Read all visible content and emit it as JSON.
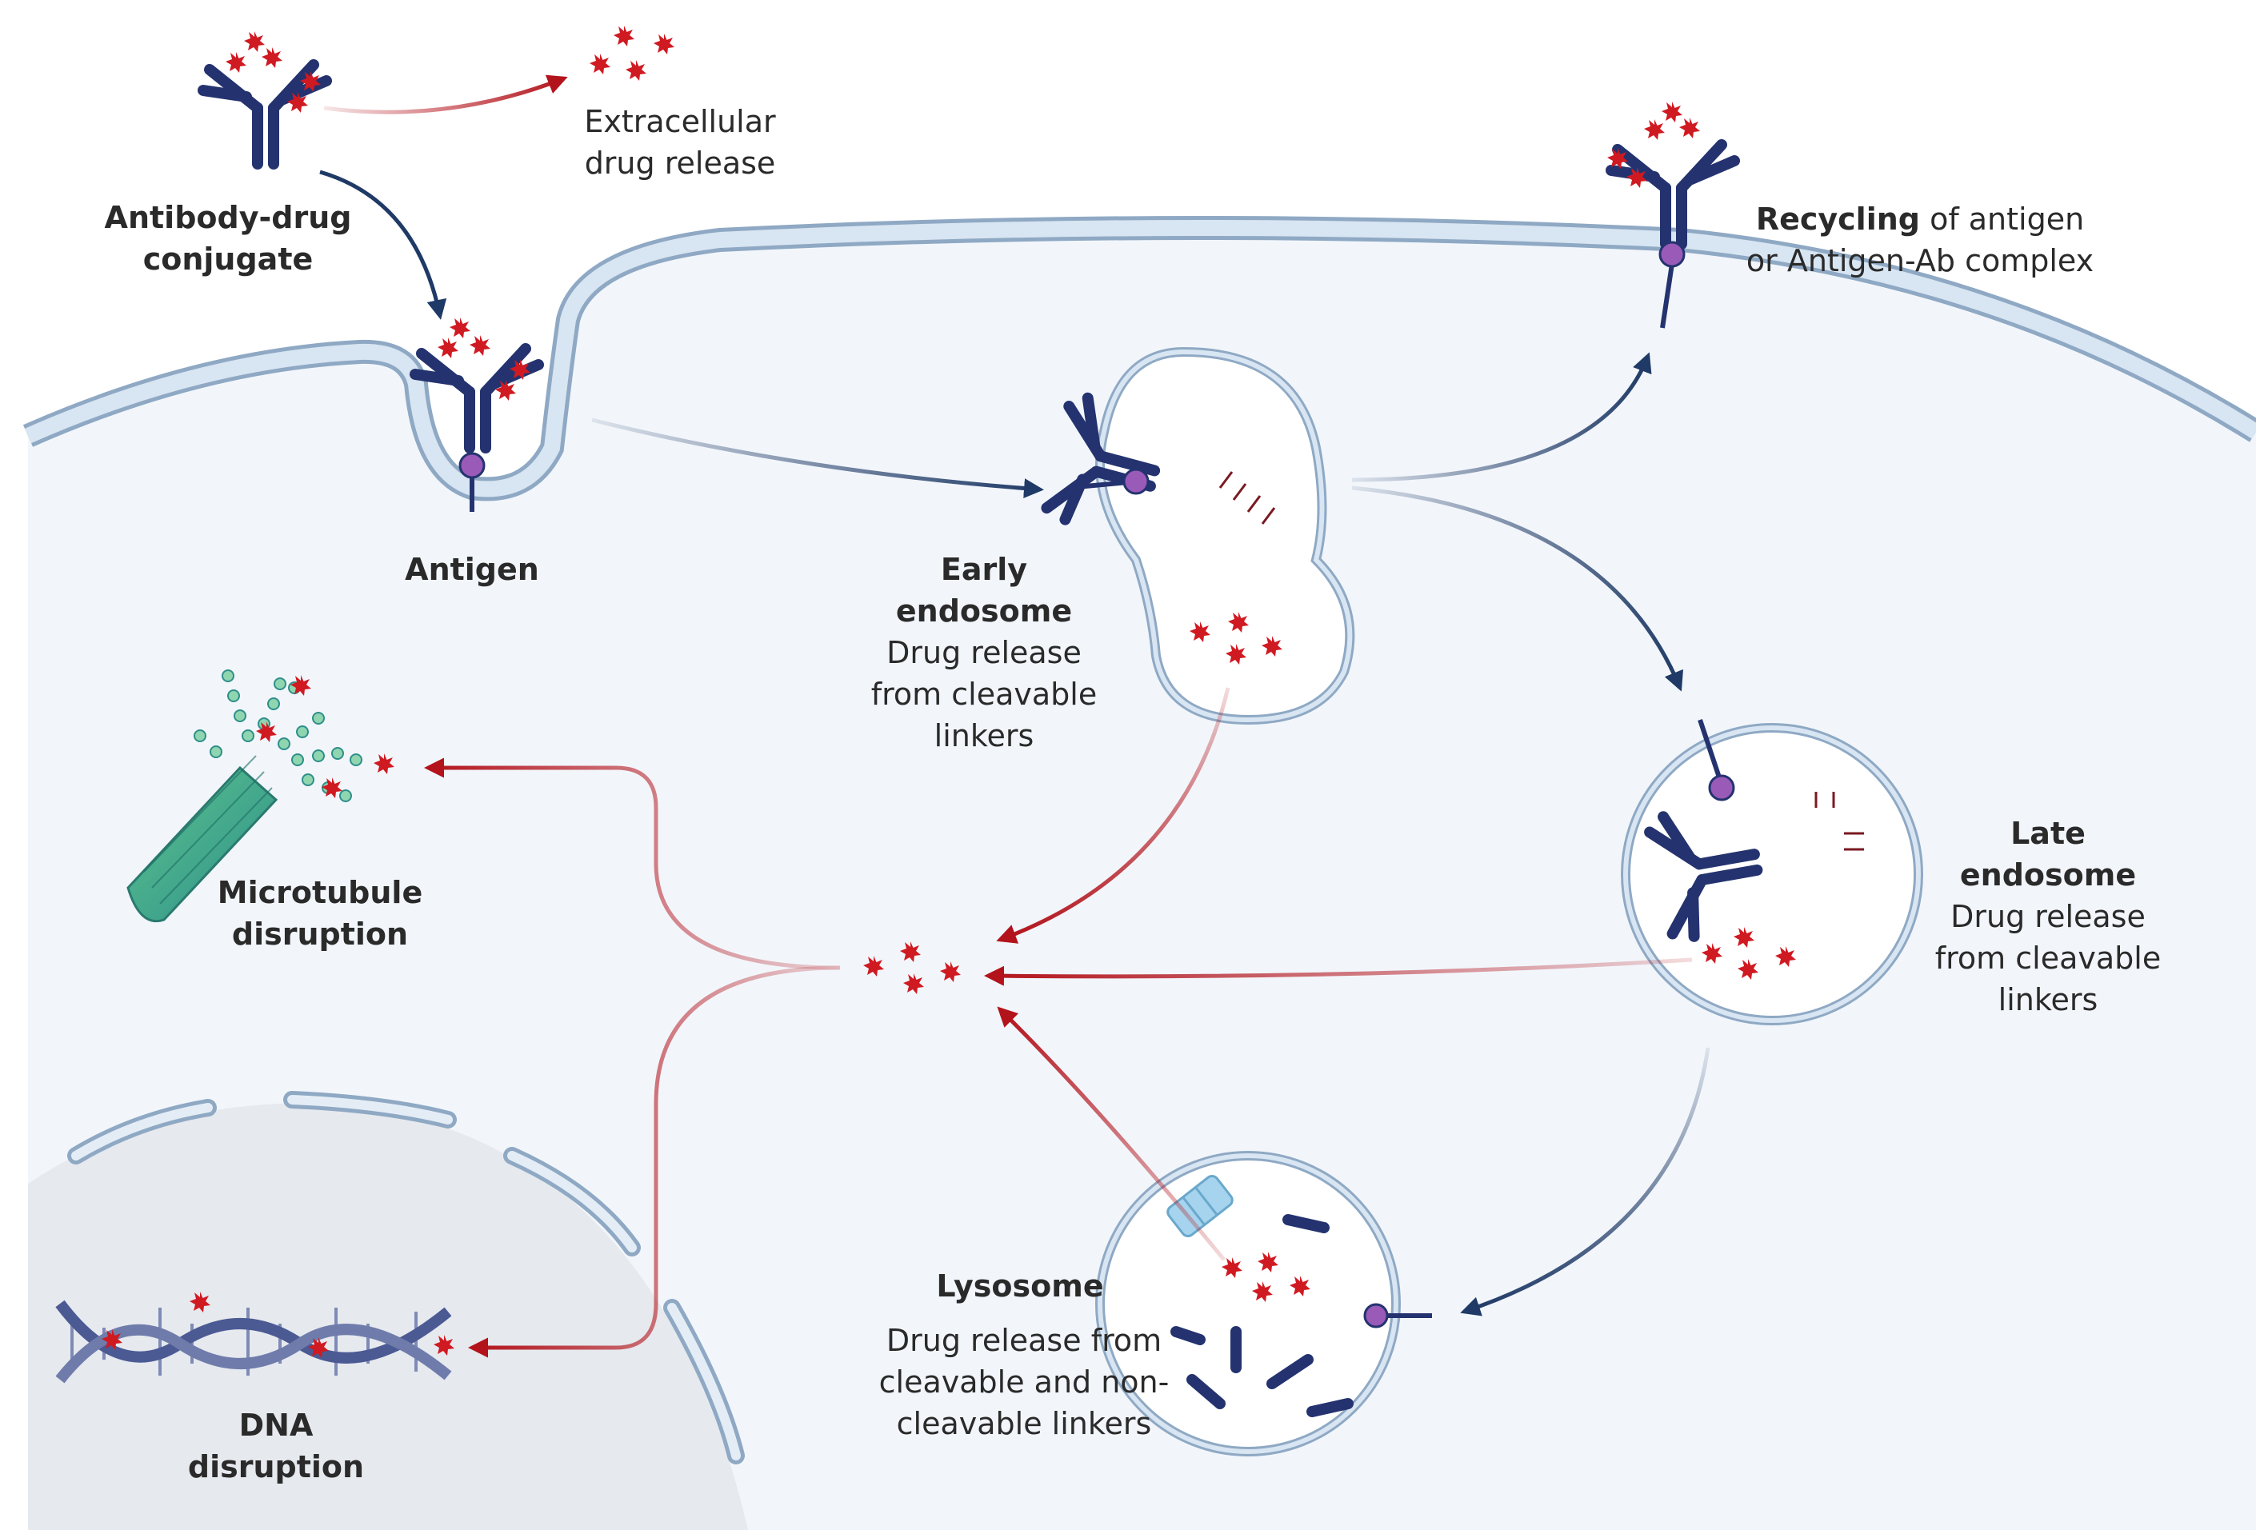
{
  "colors": {
    "cell_fill": "#f2f6fb",
    "membrane": "#c9d9ea",
    "membrane_edge": "#8fa9c4",
    "nucleus_fill": "#e6e9ee",
    "antibody": "#24336f",
    "drug_star": "#d01a22",
    "arrow_blue": "#1f3a66",
    "arrow_red": "#b3131b",
    "antigen": "#9a5ab8"
  },
  "labels": {
    "adc": [
      "Antibody-drug",
      "conjugate"
    ],
    "extracellular": [
      "Extracellular",
      "drug release"
    ],
    "antigen": "Antigen",
    "recycling_bold": "Recycling",
    "recycling_rest": " of antigen",
    "recycling_lines": [
      "or Antigen-Ab",
      "complex"
    ],
    "early_title": [
      "Early",
      "endosome"
    ],
    "early_desc": [
      "Drug release",
      "from cleavable",
      "linkers"
    ],
    "late_title": [
      "Late",
      "endosome"
    ],
    "late_desc": [
      "Drug release",
      "from cleavable",
      "linkers"
    ],
    "lysosome_title": "Lysosome",
    "lysosome_desc": [
      "Drug release from",
      "cleavable and non-",
      "cleavable linkers"
    ],
    "microtubule": [
      "Microtubule",
      "disruption"
    ],
    "dna": [
      "DNA",
      "disruption"
    ]
  },
  "icons": [
    "antibody-icon",
    "drug-star-icon",
    "antigen-icon",
    "microtubule-icon",
    "dna-helix-icon",
    "transporter-icon"
  ]
}
